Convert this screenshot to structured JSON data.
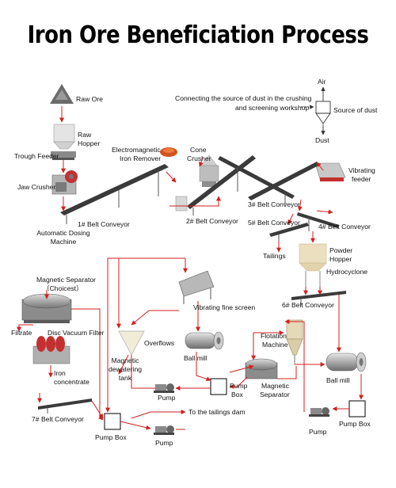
{
  "title": "Iron Ore Beneficiation Process",
  "labels": {
    "raw_ore": "Raw Ore",
    "raw_hopper_1": "Raw",
    "raw_hopper_2": "Hopper",
    "trough_feeder": "Trough Feeder",
    "jaw_crusher": "Jaw Crusher",
    "em_remover_1": "Electromagnetic",
    "em_remover_2": "Iron Remover",
    "cone_crusher_1": "Cone",
    "cone_crusher_2": "Crusher",
    "conveyor_1": "1# Belt Conveyor",
    "conveyor_2": "2# Belt Conveyor",
    "conveyor_3": "3# Belt Conveyor",
    "conveyor_4": "4# Belt Conveyor",
    "conveyor_5": "5# Belt Conveyor",
    "conveyor_6": "6# Belt Conveyor",
    "conveyor_7": "7# Belt Conveyor",
    "auto_dosing_1": "Automatic Dosing",
    "auto_dosing_2": "Machine",
    "air": "Air",
    "dust_note_1": "Connecting the source of dust in the crushing",
    "dust_note_2": "and screening workshop",
    "dust_source": "Source of dust",
    "dust": "Dust",
    "vib_feeder_1": "Vibrating",
    "vib_feeder_2": "feeder",
    "tailings": "Tailings",
    "powder_hopper_1": "Powder",
    "powder_hopper_2": "Hopper",
    "hydrocyclone": "Hydrocyclone",
    "mag_sep_choicest_1": "Magnetic Separator",
    "mag_sep_choicest_2": "（Choicest）",
    "filtrate": "Filtrate",
    "disc_vacuum_filter": "Disc Vacuum Filter",
    "iron_conc_1": "Iron",
    "iron_conc_2": "concentrate",
    "vib_fine_screen": "Vibrating fine screen",
    "overflows": "Overflows",
    "mag_dewater_1": "Magnetic",
    "mag_dewater_2": "dewatering",
    "mag_dewater_3": "tank",
    "ball_mill_1": "Ball mill",
    "ball_mill_2": "Ball mill",
    "flotation_1": "Flotation",
    "flotation_2": "Machine",
    "mag_sep_2_1": "Magnetic",
    "mag_sep_2_2": "Separator",
    "pump_1": "Pump",
    "pump_box_1_1": "Pump",
    "pump_box_1_2": "Box",
    "pump_2": "Pump",
    "pump_box_2": "Pump Box",
    "pump_box_3": "Pump Box",
    "tailings_dam": "To the tailings dam",
    "pump_3": "Pump"
  },
  "colors": {
    "arrow": "#d21f1f",
    "belt": "#3a3a3a",
    "metal": "#9a9a9a",
    "mill": "#b9b9b9",
    "hopper": "#ecdfc0",
    "text": "#111111"
  }
}
